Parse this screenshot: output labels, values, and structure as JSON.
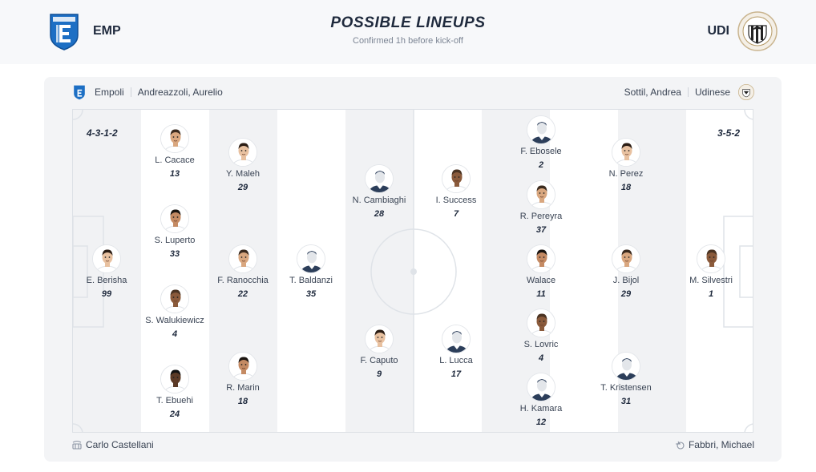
{
  "header": {
    "title": "POSSIBLE LINEUPS",
    "subtitle": "Confirmed 1h before kick-off",
    "home_code": "EMP",
    "away_code": "UDI",
    "home_logo": "empoli-crest",
    "away_logo": "udinese-crest"
  },
  "colors": {
    "empoli_blue": "#1d6fc4",
    "shirt_navy": "#2c3e5a",
    "text_dark": "#1f2a3d"
  },
  "home": {
    "team": "Empoli",
    "manager": "Andreazzoli, Aurelio",
    "formation": "4-3-1-2",
    "coach_footer": "Carlo Castellani",
    "players": [
      {
        "name": "E. Berisha",
        "number": "99",
        "photo": "face"
      },
      {
        "name": "L. Cacace",
        "number": "13",
        "photo": "face"
      },
      {
        "name": "S. Luperto",
        "number": "33",
        "photo": "face"
      },
      {
        "name": "S. Walukiewicz",
        "number": "4",
        "photo": "face"
      },
      {
        "name": "T. Ebuehi",
        "number": "24",
        "photo": "face"
      },
      {
        "name": "Y. Maleh",
        "number": "29",
        "photo": "face"
      },
      {
        "name": "F. Ranocchia",
        "number": "22",
        "photo": "face"
      },
      {
        "name": "R. Marin",
        "number": "18",
        "photo": "face"
      },
      {
        "name": "T. Baldanzi",
        "number": "35",
        "photo": "silhouette"
      },
      {
        "name": "N. Cambiaghi",
        "number": "28",
        "photo": "silhouette"
      },
      {
        "name": "F. Caputo",
        "number": "9",
        "photo": "face"
      }
    ]
  },
  "away": {
    "team": "Udinese",
    "manager": "Sottil, Andrea",
    "formation": "3-5-2",
    "coach_footer": "Fabbri, Michael",
    "players": [
      {
        "name": "I. Success",
        "number": "7",
        "photo": "face"
      },
      {
        "name": "L. Lucca",
        "number": "17",
        "photo": "silhouette"
      },
      {
        "name": "F. Ebosele",
        "number": "2",
        "photo": "silhouette"
      },
      {
        "name": "R. Pereyra",
        "number": "37",
        "photo": "face"
      },
      {
        "name": "Walace",
        "number": "11",
        "photo": "face"
      },
      {
        "name": "S. Lovric",
        "number": "4",
        "photo": "face"
      },
      {
        "name": "H. Kamara",
        "number": "12",
        "photo": "silhouette"
      },
      {
        "name": "N. Perez",
        "number": "18",
        "photo": "face"
      },
      {
        "name": "J. Bijol",
        "number": "29",
        "photo": "face"
      },
      {
        "name": "T. Kristensen",
        "number": "31",
        "photo": "silhouette"
      },
      {
        "name": "M. Silvestri",
        "number": "1",
        "photo": "face"
      }
    ]
  }
}
